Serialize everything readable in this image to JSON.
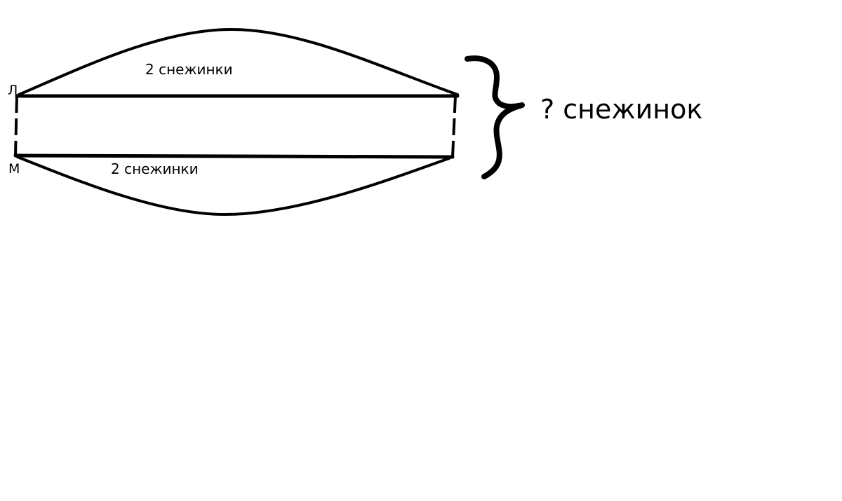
{
  "diagram": {
    "top_segment_label": "2 снежинки",
    "bottom_segment_label": "2 снежинки",
    "total_label": "? снежинок",
    "point_top": "Л",
    "point_bottom": "М"
  },
  "colors": {
    "ink": "#000000",
    "background": "#ffffff"
  }
}
